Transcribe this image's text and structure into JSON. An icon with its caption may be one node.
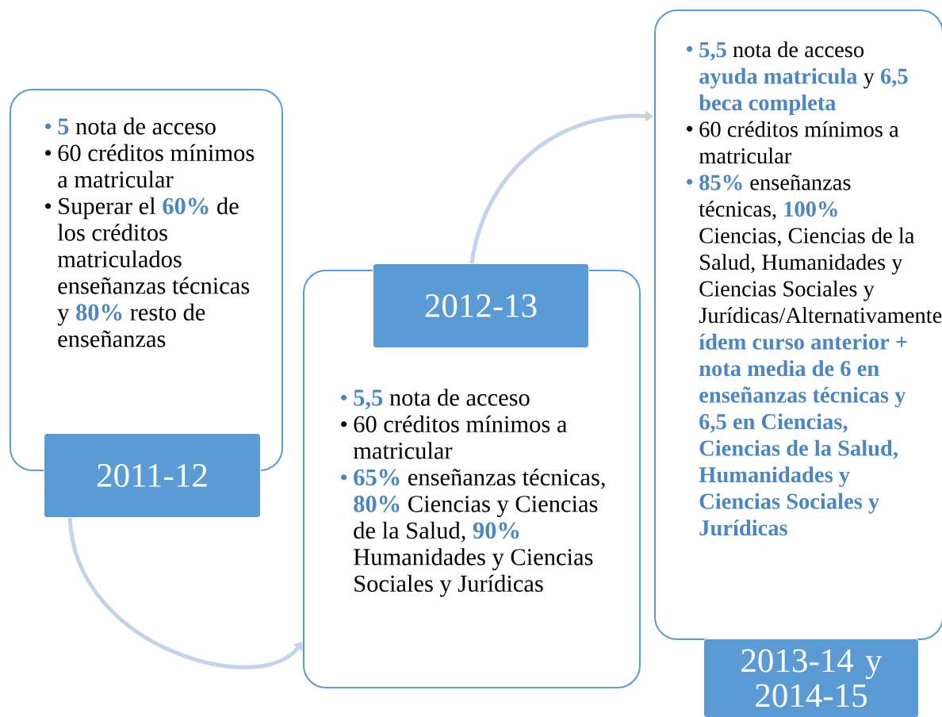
{
  "diagram": {
    "nodes": [
      {
        "text": [
          "**5** nota de acceso",
          "60 créditos mínimos a matricular",
          "Superar el **60%** de los créditos matriculados enseñanzas técnicas y **80%** resto de enseñanzas"
        ]
      },
      {
        "text": [
          "2011-12"
        ]
      },
      {
        "text": [
          "**5,5** nota de acceso",
          "60 créditos mínimos a matricular",
          "**65%** enseñanzas técnicas, **80%** Ciencias y Ciencias de la Salud, **90%** Humanidades y Ciencias Sociales y Jurídicas"
        ]
      },
      {
        "text": [
          "2012-13"
        ]
      },
      {
        "text": [
          "**5,5** nota de acceso **ayuda matricula** y **6,5 beca completa**",
          "60 créditos mínimos a matricular",
          "**85%** enseñanzas técnicas, **100%** Ciencias, Ciencias de la Salud, Humanidades y Ciencias Sociales y Jurídicas/Alternativamente **ídem curso anterior + nota media de 6 en enseñanzas técnicas y 6,5 en Ciencias, Ciencias de la Salud, Humanidades y Ciencias Sociales y Jurídicas**"
        ]
      },
      {
        "text": [
          "2013-14 y 2014-15"
        ]
      }
    ],
    "edges": [
      {
        "from": 1,
        "to": 2,
        "arrow": "to"
      },
      {
        "from": 3,
        "to": 4,
        "arrow": "to"
      }
    ]
  }
}
